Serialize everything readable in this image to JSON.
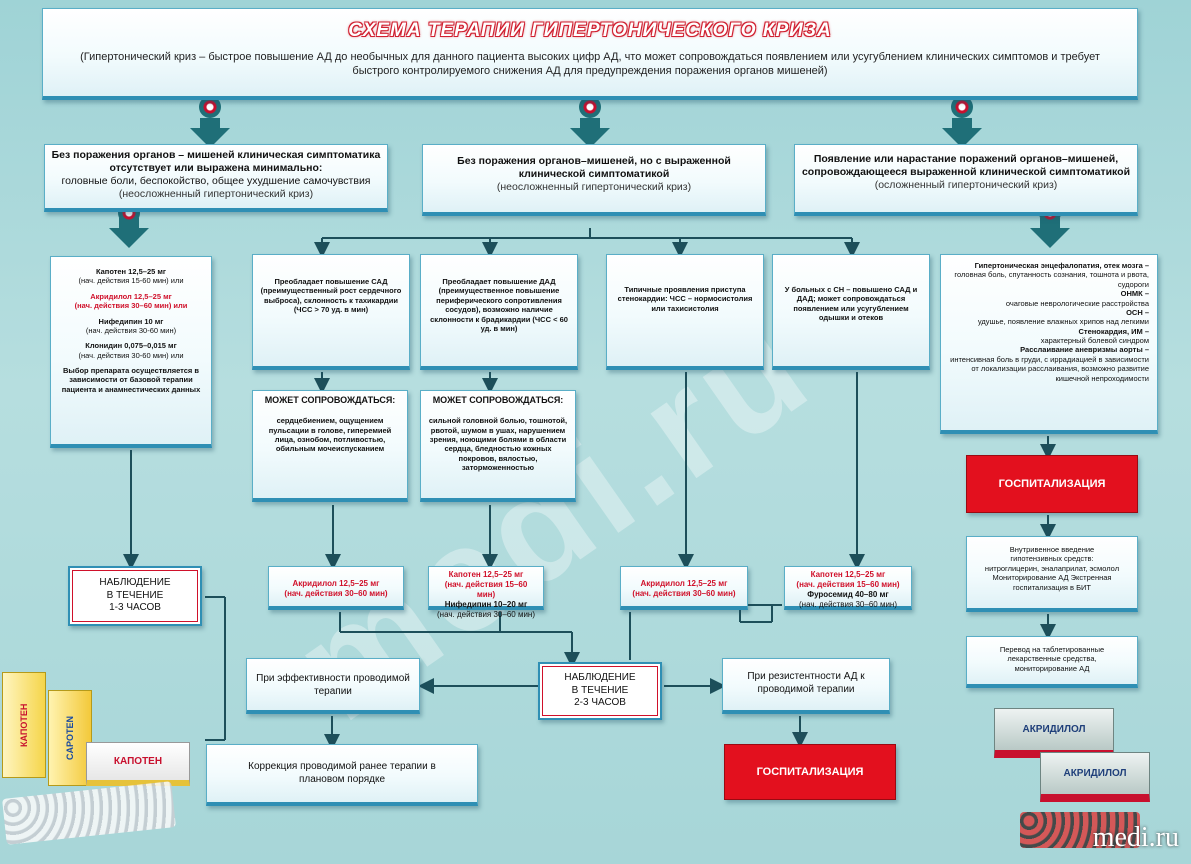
{
  "title": "СХЕМА ТЕРАПИИ ГИПЕРТОНИЧЕСКОГО КРИЗА",
  "definition": "(Гипертонический криз – быстрое повышение АД до необычных для данного пациента высоких цифр АД, что может сопровождаться появлением или усугублением клинических симптомов и требует быстрого контролируемого снижения АД для предупреждения поражения органов мишеней)",
  "categories": [
    {
      "title": "Без поражения органов – мишеней клиническая симптоматика отсутствует или выражена минимально:",
      "detail": "головные боли, беспокойство, общее ухудшение самочувствия",
      "note": "(неосложненный гипертонический криз)"
    },
    {
      "title": "Без поражения органов–мишеней, но с выраженной клинической симптоматикой",
      "detail": "",
      "note": "(неосложненный гипертонический криз)"
    },
    {
      "title": "Появление или нарастание поражений органов–мишеней, сопровождающееся выраженной клинической симптоматикой",
      "detail": "",
      "note": "(осложненный гипертонический криз)"
    }
  ],
  "drugs_left": {
    "d1": "Капотен 12,5–25 мг",
    "d1n": "(нач. действия 15-60 мин) или",
    "d2": "Акридилол 12,5–25 мг",
    "d2n": "(нач. действия 30–60 мин) или",
    "d3": "Нифедипин 10 мг",
    "d3n": "(нач. действия 30-60 мин)",
    "d4": "Клонидин 0,075–0,015 мг",
    "d4n": "(нач. действия 30-60 мин) или",
    "note": "Выбор препарата осуществляется в зависимости от базовой терапии пациента и анамнестических данных"
  },
  "sub": {
    "sad": "Преобладает повышение САД (преимущественный рост сердечного выброса), склонность к тахикардии (ЧСС > 70 уд. в мин)",
    "dad": "Преобладает повышение ДАД (преимущественное повышение периферического сопротивления сосудов), возможно наличие склонности к брадикардии (ЧСС < 60 уд. в мин)",
    "angina": "Типичные проявления приступа стенокардии: ЧСС – нормосистолия или тахисистолия",
    "hf": "У больных с СН – повышено САД и ДАД; может сопровождаться появлением или усугублением одышки и отеков"
  },
  "accompany": {
    "label": "МОЖЕТ СОПРОВОЖДАТЬСЯ:",
    "a1": "сердцебиением, ощущением пульсации в голове, гиперемией лица, ознобом, потливостью, обильным мочеиспусканием",
    "a2": "сильной головной болью, тошнотой, рвотой, шумом в ушах, нарушением зрения, ноющими болями в области сердца, бледностью кожных покровов, вялостью, заторможенностью"
  },
  "complicated": {
    "h1": "Гипертоническая энцефалопатия, отек мозга –",
    "t1": "головная боль, спутанность сознания, тошнота и рвота, судороги",
    "h2": "ОНМК –",
    "t2": "очаговые неврологические расстройства",
    "h3": "ОСН –",
    "t3": "удушье, появление влажных хрипов над легкими",
    "h4": "Стенокардия, ИМ –",
    "t4": "характерный болевой синдром",
    "h5": "Расслаивание аневризмы аорты –",
    "t5": "интенсивная боль в груди, с иррадиацией в зависимости от локализации расслаивания, возможно развитие кишечной непроходимости"
  },
  "treat": {
    "akr": "Акридилол 12,5–25 мг",
    "akrn": "(нач. действия 30–60 мин)",
    "kap": "Капотен 12,5–25 мг",
    "kapn": "(нач. действия 15–60 мин)",
    "nif": "Нифедипин 10–20 мг",
    "nifn": "(нач. действия 30–60 мин)",
    "fur": "Фуросемид 40–80 мг",
    "furn": "(нач. действия 30–60 мин)"
  },
  "obs1": {
    "l1": "НАБЛЮДЕНИЕ",
    "l2": "В ТЕЧЕНИЕ",
    "l3": "1-3 ЧАСОВ"
  },
  "obs2": {
    "l1": "НАБЛЮДЕНИЕ",
    "l2": "В ТЕЧЕНИЕ",
    "l3": "2-3 ЧАСОВ"
  },
  "hosp": "ГОСПИТАЛИЗАЦИЯ",
  "iv": "Внутривенное введение гипотензивных средств: нитроглицерин, эналаприлат, эсмолол Мониторирование АД Экстренная госпитализация в БИТ",
  "transfer": "Перевод на таблетированные лекарственные средства, мониторирование АД",
  "effective": "При эффективности проводимой терапии",
  "resistant": "При резистентности АД к проводимой терапии",
  "correction": "Коррекция проводимой ранее терапии в плановом порядке",
  "packs": {
    "kapoten": "КАПОТЕН",
    "capoten": "CAPOTEN",
    "akridilol": "АКРИДИЛОЛ"
  },
  "watermark": "medi.ru",
  "brand": "medi.ru"
}
